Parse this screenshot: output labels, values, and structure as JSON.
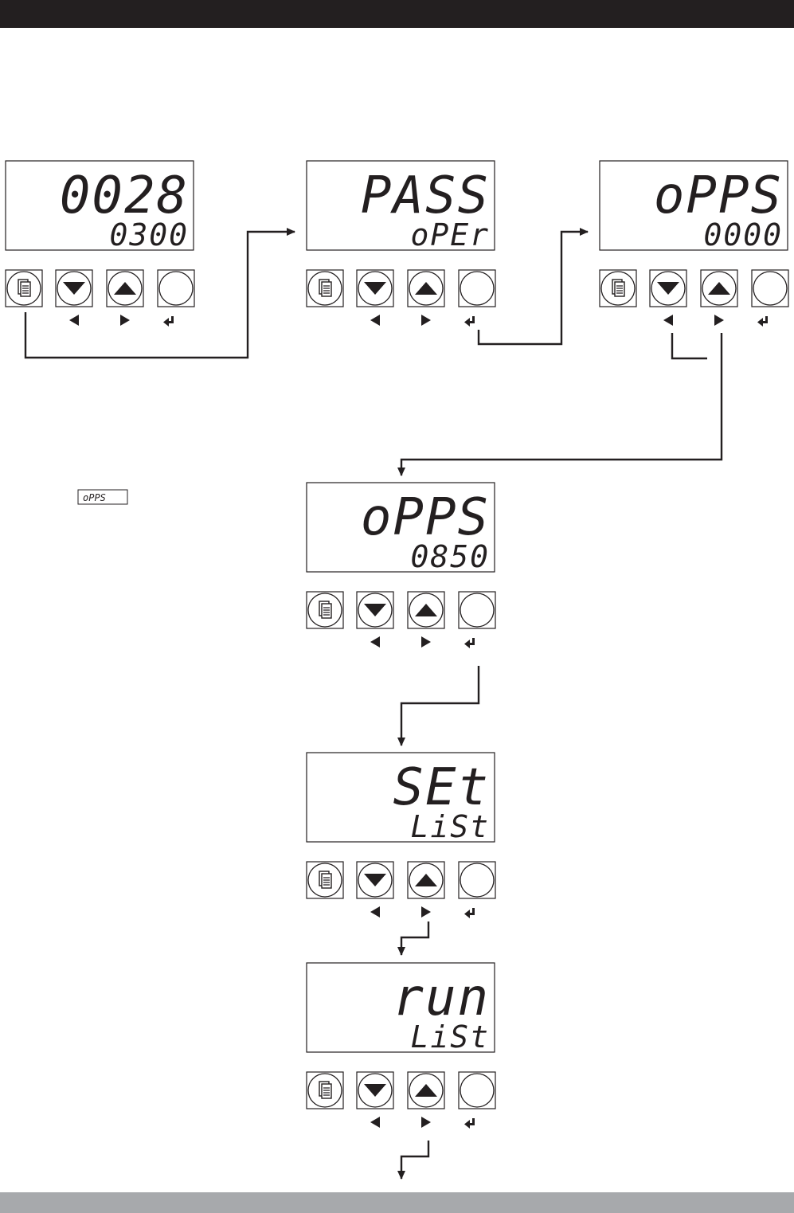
{
  "displays": [
    {
      "id": "d1",
      "top": "0028",
      "bottom": "0300"
    },
    {
      "id": "d2",
      "top": "PASS",
      "bottom": "oPEr"
    },
    {
      "id": "d3",
      "top": "oPPS",
      "bottom": "0000"
    },
    {
      "id": "d4",
      "top": "oPPS",
      "bottom": "0850"
    },
    {
      "id": "d5",
      "top": "SEt",
      "bottom": "LiSt"
    },
    {
      "id": "d6",
      "top": "run",
      "bottom": "LiSt"
    }
  ],
  "inline_display": {
    "text": "oPPS"
  },
  "keys": [
    "page-key",
    "down-key",
    "up-key",
    "enter-key"
  ],
  "key_hints": {
    "down": "left-arrow-icon",
    "up": "right-arrow-icon",
    "enter": "enter-icon"
  },
  "colors": {
    "ink": "#231f20",
    "header_bar": "#231f20",
    "footer_bar": "#a7a9ac"
  }
}
